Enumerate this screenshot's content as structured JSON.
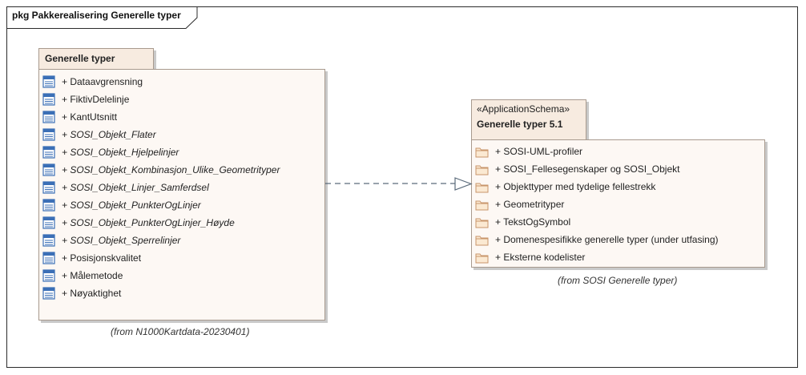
{
  "frame": {
    "title": "pkg Pakkerealisering Generelle typer"
  },
  "left_package": {
    "name": "Generelle typer",
    "from_note": "(from N1000Kartdata-20230401)",
    "items": [
      {
        "label": "+ Dataavgrensning",
        "italic": false,
        "icon": "class-icon"
      },
      {
        "label": "+ FiktivDelelinje",
        "italic": false,
        "icon": "class-icon"
      },
      {
        "label": "+ KantUtsnitt",
        "italic": false,
        "icon": "class-icon"
      },
      {
        "label": "+ SOSI_Objekt_Flater",
        "italic": true,
        "icon": "class-icon"
      },
      {
        "label": "+ SOSI_Objekt_Hjelpelinjer",
        "italic": true,
        "icon": "class-icon"
      },
      {
        "label": "+ SOSI_Objekt_Kombinasjon_Ulike_Geometrityper",
        "italic": true,
        "icon": "class-icon"
      },
      {
        "label": "+ SOSI_Objekt_Linjer_Samferdsel",
        "italic": true,
        "icon": "class-icon"
      },
      {
        "label": "+ SOSI_Objekt_PunkterOgLinjer",
        "italic": true,
        "icon": "class-icon"
      },
      {
        "label": "+ SOSI_Objekt_PunkterOgLinjer_Høyde",
        "italic": true,
        "icon": "class-icon"
      },
      {
        "label": "+ SOSI_Objekt_Sperrelinjer",
        "italic": true,
        "icon": "class-icon"
      },
      {
        "label": "+ Posisjonskvalitet",
        "italic": false,
        "icon": "class-icon"
      },
      {
        "label": "+ Målemetode",
        "italic": false,
        "icon": "class-icon"
      },
      {
        "label": "+ Nøyaktighet",
        "italic": false,
        "icon": "class-icon"
      }
    ]
  },
  "right_package": {
    "stereotype": "«ApplicationSchema»",
    "name": "Generelle typer 5.1",
    "from_note": "(from SOSI Generelle typer)",
    "items": [
      {
        "label": "+ SOSI-UML-profiler",
        "icon": "folder-icon"
      },
      {
        "label": "+ SOSI_Fellesegenskaper og SOSI_Objekt",
        "icon": "folder-icon"
      },
      {
        "label": "+ Objekttyper med tydelige fellestrekk",
        "icon": "folder-icon"
      },
      {
        "label": "+ Geometrityper",
        "icon": "folder-icon"
      },
      {
        "label": "+ TekstOgSymbol",
        "icon": "folder-icon"
      },
      {
        "label": "+ Domenespesifikke generelle typer (under utfasing)",
        "icon": "folder-icon"
      },
      {
        "label": "+ Eksterne kodelister",
        "icon": "folder-icon"
      }
    ]
  },
  "connector": {
    "type": "realization",
    "style": "dashed",
    "arrowhead": "hollow-triangle"
  },
  "colors": {
    "package_fill": "#fdf8f4",
    "tab_fill": "#f7ebe0",
    "border": "#a89a8e",
    "class_icon": "#3b6fb6",
    "folder_icon": "#c8956a"
  }
}
